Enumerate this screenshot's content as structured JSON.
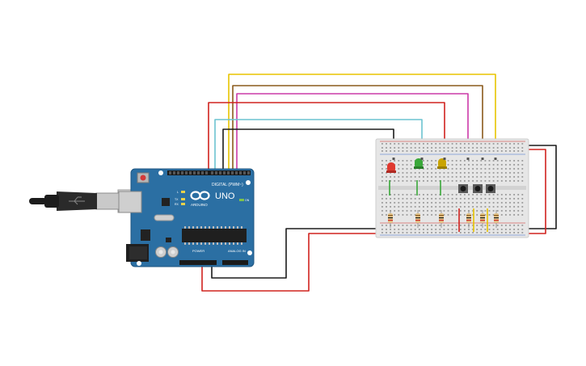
{
  "board": {
    "logo_text": "ARDUINO",
    "model": "UNO",
    "digital_label": "DIGITAL (PWM~)",
    "power_label": "POWER",
    "analog_label": "ANALOG IN",
    "on_label": "ON",
    "tx_label": "TX",
    "rx_label": "RX",
    "l_label": "L"
  },
  "colors": {
    "board": "#2b6fa3",
    "board_edge": "#1f5680",
    "breadboard": "#e6e6e6",
    "wire_red": "#d0231f",
    "wire_black": "#1b1b1b",
    "wire_yellow": "#e8c400",
    "wire_brown": "#8a5a1c",
    "wire_magenta": "#cc3aa8",
    "wire_cyan": "#6cc3d0",
    "wire_green": "#3aa83a",
    "led_red": "#e03a30",
    "led_green": "#3aa83a",
    "led_yellow": "#c9a400",
    "rail_red": "#d0231f",
    "rail_blue": "#3a6bd0"
  },
  "components": {
    "leds": [
      "red-led",
      "green-led",
      "yellow-led"
    ],
    "buttons": 3,
    "resistors": 6
  }
}
